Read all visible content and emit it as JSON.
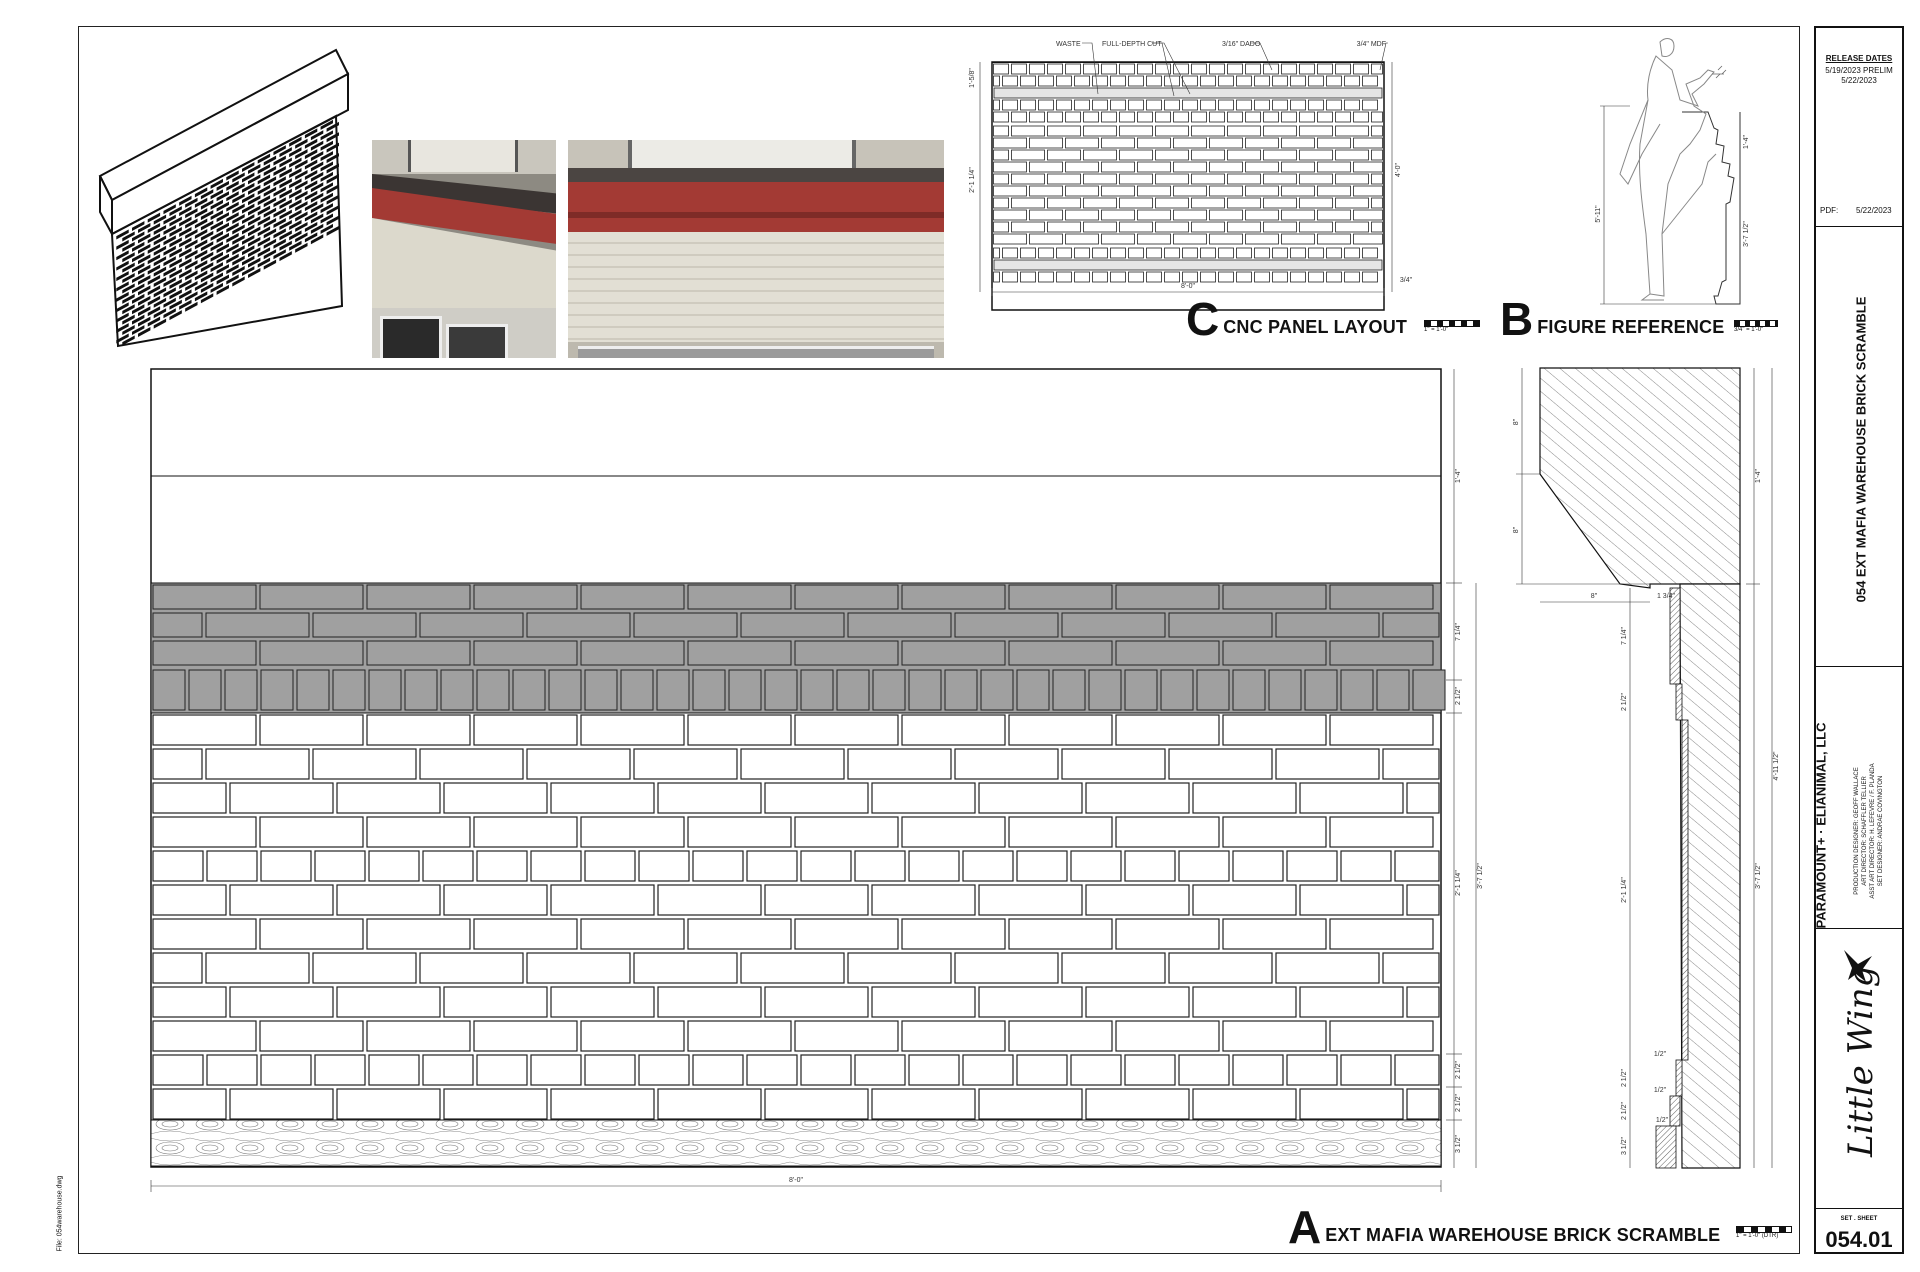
{
  "title_block": {
    "release_dates_header": "RELEASE DATES",
    "release_lines": [
      "5/19/2023 PRELIM",
      "5/22/2023"
    ],
    "pdf_label": "PDF:",
    "pdf_date": "5/22/2023",
    "sheet_title": "054 EXT MAFIA WAREHOUSE BRICK SCRAMBLE",
    "company": "PARAMOUNT+ · ELIANIMAL, LLC",
    "credits": [
      "PRODUCTION DESIGNER:  GEOFF WALLACE",
      "ART DIRECTOR:  SCHAFFLER TELLIER",
      "ASST ART DIRECTOR:  H. LEFEVRE / F. PLANDA",
      "SET DESIGNER:  ANDRAE COVINGTON"
    ],
    "logo_text": "Little Wing",
    "set_sheet_label": "SET . SHEET",
    "sheet_number": "054.01"
  },
  "views": {
    "a": {
      "letter": "A",
      "title": "EXT MAFIA WAREHOUSE BRICK SCRAMBLE",
      "scale": "1\" = 1'-0\" (DTR)"
    },
    "b": {
      "letter": "B",
      "title": "FIGURE REFERENCE",
      "scale": "3/4\" = 1'-0\""
    },
    "c": {
      "letter": "C",
      "title": "CNC PANEL LAYOUT",
      "scale": "1\" = 1'-0\""
    }
  },
  "cnc_callouts": [
    "WASTE",
    "FULL-DEPTH CUT",
    "3/16\" DADO",
    "3/4\" MDF"
  ],
  "cnc_dims": {
    "width": "8'-0\"",
    "height": "4'-0\"",
    "mid": "2'-1 1/4\"",
    "top": "1'-5/8\"",
    "right": "3/4\""
  },
  "elevation_dims": {
    "width": "8'-0\"",
    "right": [
      "1'-4\"",
      "7 1/4\"",
      "2 1/2\"",
      "2'-1 1/4\"",
      "2 1/2\"",
      "2 1/2\"",
      "3 1/2\""
    ],
    "overall": "3'-7 1/2\""
  },
  "section_dims": {
    "left": [
      "8\"",
      "8\"",
      "7 1/4\"",
      "2 1/2\"",
      "2'-1 1/4\"",
      "2 1/2\"",
      "2 1/2\"",
      "3 1/2\""
    ],
    "bottom": "8\"",
    "small": [
      "1 3/4\"",
      "1/2\"",
      "1/2\"",
      "1/2\""
    ],
    "right": [
      "1'-4\"",
      "3'-7 1/2\"",
      "4'-11 1/2\""
    ]
  },
  "figure_dims": {
    "height": "5'-11\"",
    "upper": "1'-4\"",
    "lower": "3'-7 1/2\""
  },
  "file_note": "File: 054warehouse.dwg",
  "colors": {
    "cornice": "#a0a0a0",
    "brick_line": "#222222",
    "photo_red": "#a33a34",
    "brick_pale": "#dcd9cc"
  }
}
